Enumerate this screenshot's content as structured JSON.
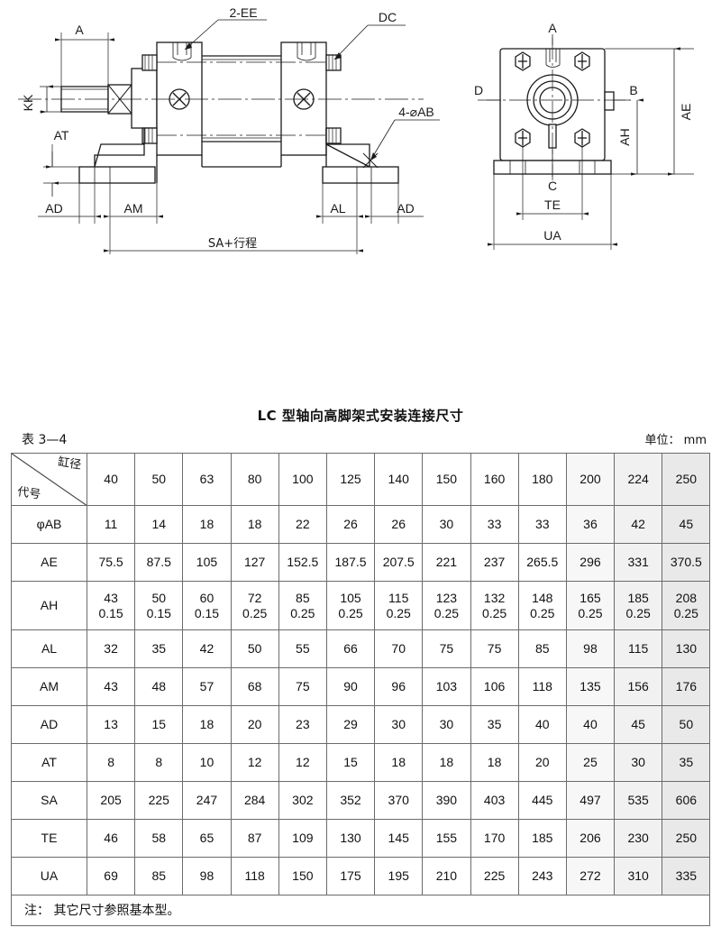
{
  "drawing": {
    "side_view_labels": {
      "a": "A",
      "kk": "KK",
      "at": "AT",
      "ee": "2-EE",
      "dc": "DC",
      "ab": "4-⌀AB",
      "ad_left": "AD",
      "am": "AM",
      "al": "AL",
      "ad_right": "AD",
      "sa_stroke": "SA+行程"
    },
    "end_view_labels": {
      "a": "A",
      "d": "D",
      "b": "B",
      "ae": "AE",
      "ah": "AH",
      "c": "C",
      "te": "TE",
      "ua": "UA"
    }
  },
  "table": {
    "title": "LC 型轴向高脚架式安装连接尺寸",
    "number": "表 3—4",
    "unit": "单位： mm",
    "corner_top": "缸径",
    "corner_bottom": "代号",
    "bores": [
      "40",
      "50",
      "63",
      "80",
      "100",
      "125",
      "140",
      "150",
      "160",
      "180",
      "200",
      "224",
      "250"
    ],
    "rows": [
      {
        "label": "φAB",
        "type": "single",
        "values": [
          "11",
          "14",
          "18",
          "18",
          "22",
          "26",
          "26",
          "30",
          "33",
          "33",
          "36",
          "42",
          "45"
        ]
      },
      {
        "label": "AE",
        "type": "single",
        "values": [
          "75.5",
          "87.5",
          "105",
          "127",
          "152.5",
          "187.5",
          "207.5",
          "221",
          "237",
          "265.5",
          "296",
          "331",
          "370.5"
        ]
      },
      {
        "label": "AH",
        "type": "double",
        "values": [
          "43",
          "50",
          "60",
          "72",
          "85",
          "105",
          "115",
          "123",
          "132",
          "148",
          "165",
          "185",
          "208"
        ],
        "values2": [
          "0.15",
          "0.15",
          "0.15",
          "0.25",
          "0.25",
          "0.25",
          "0.25",
          "0.25",
          "0.25",
          "0.25",
          "0.25",
          "0.25",
          "0.25"
        ]
      },
      {
        "label": "AL",
        "type": "single",
        "values": [
          "32",
          "35",
          "42",
          "50",
          "55",
          "66",
          "70",
          "75",
          "75",
          "85",
          "98",
          "115",
          "130"
        ]
      },
      {
        "label": "AM",
        "type": "single",
        "values": [
          "43",
          "48",
          "57",
          "68",
          "75",
          "90",
          "96",
          "103",
          "106",
          "118",
          "135",
          "156",
          "176"
        ]
      },
      {
        "label": "AD",
        "type": "single",
        "values": [
          "13",
          "15",
          "18",
          "20",
          "23",
          "29",
          "30",
          "30",
          "35",
          "40",
          "40",
          "45",
          "50"
        ]
      },
      {
        "label": "AT",
        "type": "single",
        "values": [
          "8",
          "8",
          "10",
          "12",
          "12",
          "15",
          "18",
          "18",
          "18",
          "20",
          "25",
          "30",
          "35"
        ]
      },
      {
        "label": "SA",
        "type": "single",
        "values": [
          "205",
          "225",
          "247",
          "284",
          "302",
          "352",
          "370",
          "390",
          "403",
          "445",
          "497",
          "535",
          "606"
        ]
      },
      {
        "label": "TE",
        "type": "single",
        "values": [
          "46",
          "58",
          "65",
          "87",
          "109",
          "130",
          "145",
          "155",
          "170",
          "185",
          "206",
          "230",
          "250"
        ]
      },
      {
        "label": "UA",
        "type": "single",
        "values": [
          "69",
          "85",
          "98",
          "118",
          "150",
          "175",
          "195",
          "210",
          "225",
          "243",
          "272",
          "310",
          "335"
        ]
      }
    ],
    "note": "注： 其它尺寸参照基本型。"
  }
}
